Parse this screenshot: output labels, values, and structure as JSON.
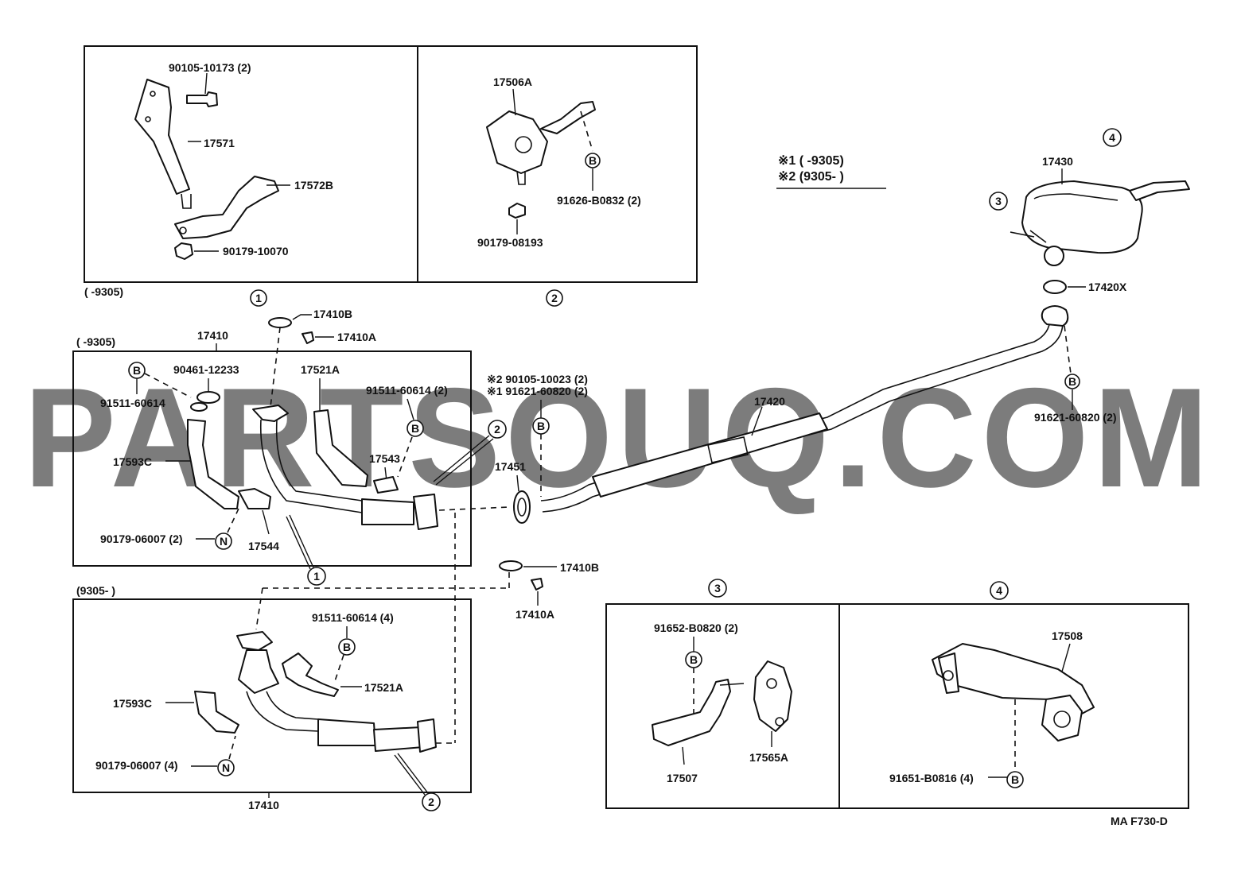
{
  "watermark": "PARTSOUQ.COM",
  "diagram_code": "MA  F730-D",
  "legend": {
    "mark1": "※1 (      -9305)",
    "mark2": "※2 (9305-       )"
  },
  "panels": {
    "p1_range": "(      -9305)",
    "p1_key": "1",
    "p2_key": "2",
    "p3_key": "3",
    "p4_key": "4",
    "upper_range": "(      -9305)",
    "lower_range": "(9305-      )"
  },
  "keys": {
    "k1": "1",
    "k2": "2",
    "k3": "3",
    "k4": "4",
    "B": "B",
    "N": "N"
  },
  "parts": {
    "p_90105_10173": "90105-10173 (2)",
    "p_17571": "17571",
    "p_17572B": "17572B",
    "p_90179_10070": "90179-10070",
    "p_17506A": "17506A",
    "p_91626_B0832": "91626-B0832 (2)",
    "p_90179_08193": "90179-08193",
    "p_17430": "17430",
    "p_17420X": "17420X",
    "p_17410B_a": "17410B",
    "p_17410A_a": "17410A",
    "p_17410_a": "17410",
    "p_90461_12233": "90461-12233",
    "p_91511_60614_a": "91511-60614",
    "p_17521A_a": "17521A",
    "p_91511_60614_b": "91511-60614 (2)",
    "p_x2_90105_10023": "※2 90105-10023 (2)",
    "p_x1_91621_60820": "※1  91621-60820 (2)",
    "p_17420": "17420",
    "p_91621_60820": "91621-60820 (2)",
    "p_17593C_a": "17593C",
    "p_17543": "17543",
    "p_17451": "17451",
    "p_90179_06007_a": "90179-06007 (2)",
    "p_17544": "17544",
    "p_17410B_b": "17410B",
    "p_17410A_b": "17410A",
    "p_91511_60614_c": "91511-60614 (4)",
    "p_17521A_b": "17521A",
    "p_17593C_b": "17593C",
    "p_90179_06007_b": "90179-06007 (4)",
    "p_17410_b": "17410",
    "p_91652_B0820": "91652-B0820 (2)",
    "p_17507": "17507",
    "p_17565A": "17565A",
    "p_17508": "17508",
    "p_91651_B0816": "91651-B0816 (4)"
  }
}
